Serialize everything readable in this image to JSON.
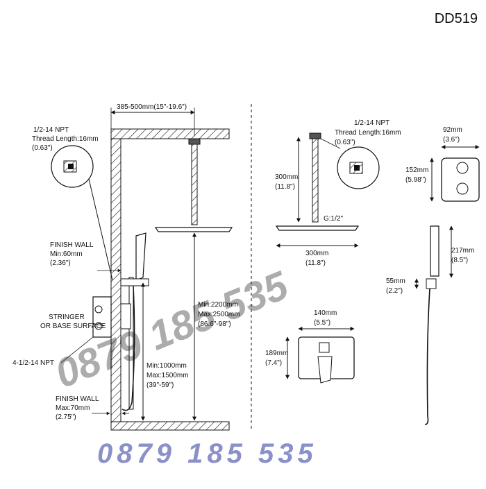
{
  "model_code": "DD519",
  "watermark_phone": "0879 185 535",
  "bottom_phone": "0879 185 535",
  "colors": {
    "line": "#111111",
    "watermark": "#8a90c8"
  },
  "left_view": {
    "arm_length": "385-500mm(15\"-19.6\")",
    "thread_top": [
      "1/2-14 NPT",
      "Thread Length:16mm",
      "(0.63\")"
    ],
    "finish_wall_top": [
      "FINISH WALL",
      "Min:60mm",
      "(2.36\")"
    ],
    "stringer": [
      "STRINGER",
      "OR BASE SURFACE"
    ],
    "npt_valve": "4-1/2-14 NPT",
    "finish_wall_bottom": [
      "FINISH WALL",
      "Max:70mm",
      "(2.75\")"
    ],
    "head_height": [
      "Min:2200mm",
      "Max:2500mm",
      "(86.6\"-98\")"
    ],
    "valve_height": [
      "Min:1000mm",
      "Max:1500mm",
      "(39\"-59\")"
    ]
  },
  "right_view": {
    "thread": [
      "1/2-14 NPT",
      "Thread Length:16mm",
      "(0.63\")"
    ],
    "arm_drop": [
      "300mm",
      "(11.8\")"
    ],
    "connector": "G:1/2\"",
    "head_width": [
      "300mm",
      "(11.8\")"
    ],
    "box_width": [
      "92mm",
      "(3.6\")"
    ],
    "box_height": [
      "152mm",
      "(5.98\")"
    ],
    "plate_width": [
      "140mm",
      "(5.5\")"
    ],
    "plate_height": [
      "189mm",
      "(7.4\")"
    ],
    "hand_height": [
      "217mm",
      "(8.5\")"
    ],
    "holder_height": [
      "55mm",
      "(2.2\")"
    ]
  }
}
